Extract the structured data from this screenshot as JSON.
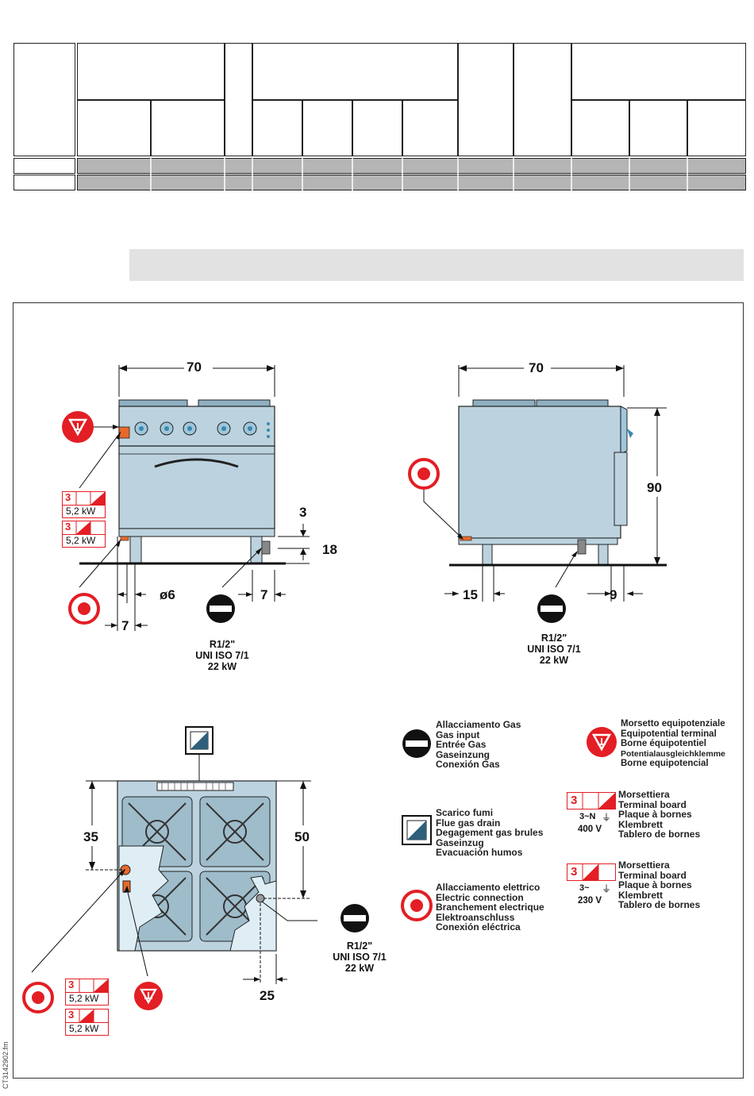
{
  "dimensions": {
    "front_width": "70",
    "side_width": "70",
    "height": "90",
    "leg_top": "3",
    "leg_height": "18",
    "gas_diameter": "ø6",
    "front_right_offset": "7",
    "front_left_offset": "7",
    "side_left_offset": "15",
    "side_right_offset": "9",
    "top_left_depth": "35",
    "top_right_depth": "50",
    "top_bottom_offset": "25"
  },
  "gas_connection": {
    "thread": "R1/2\"",
    "standard": "UNI ISO 7/1",
    "power": "22 kW"
  },
  "electric_ratings": {
    "first": {
      "phase": "3",
      "power": "5,2 kW"
    },
    "second": {
      "phase": "3",
      "power": "5,2 kW"
    }
  },
  "legend": {
    "gas": [
      "Allacciamento Gas",
      "Gas input",
      "Entrée Gas",
      "Gaseinzung",
      "Conexión Gas"
    ],
    "flue": [
      "Scarico fumi",
      "Flue gas drain",
      "Degagement gas brules",
      "Gaseinzug",
      "Evacuación humos"
    ],
    "electric": [
      "Allacciamento elettrico",
      "Electric connection",
      "Branchement electrique",
      "Elektroanschluss",
      "Conexión eléctrica"
    ],
    "equipotential": [
      "Morsetto equipotenziale",
      "Equipotential terminal",
      "Borne équipotentiel",
      "Potentialausgleichklemme",
      "Borne equipotencial"
    ],
    "terminal_400": {
      "phase": "3",
      "supply": "3~N",
      "voltage": "400 V",
      "lines": [
        "Morsettiera",
        "Terminal board",
        "Plaque à bornes",
        "Klembrett",
        "Tablero de bornes"
      ]
    },
    "terminal_230": {
      "phase": "3",
      "supply": "3~",
      "voltage": "230 V",
      "lines": [
        "Morsettiera",
        "Terminal board",
        "Plaque à bornes",
        "Klembrett",
        "Tablero de bornes"
      ]
    }
  },
  "document_code": "CT3142902.fm",
  "colors": {
    "red": "#e31e24",
    "appliance": "#bcd3df",
    "appliance_dark": "#8fb0c2",
    "line": "#1a1a1a"
  }
}
